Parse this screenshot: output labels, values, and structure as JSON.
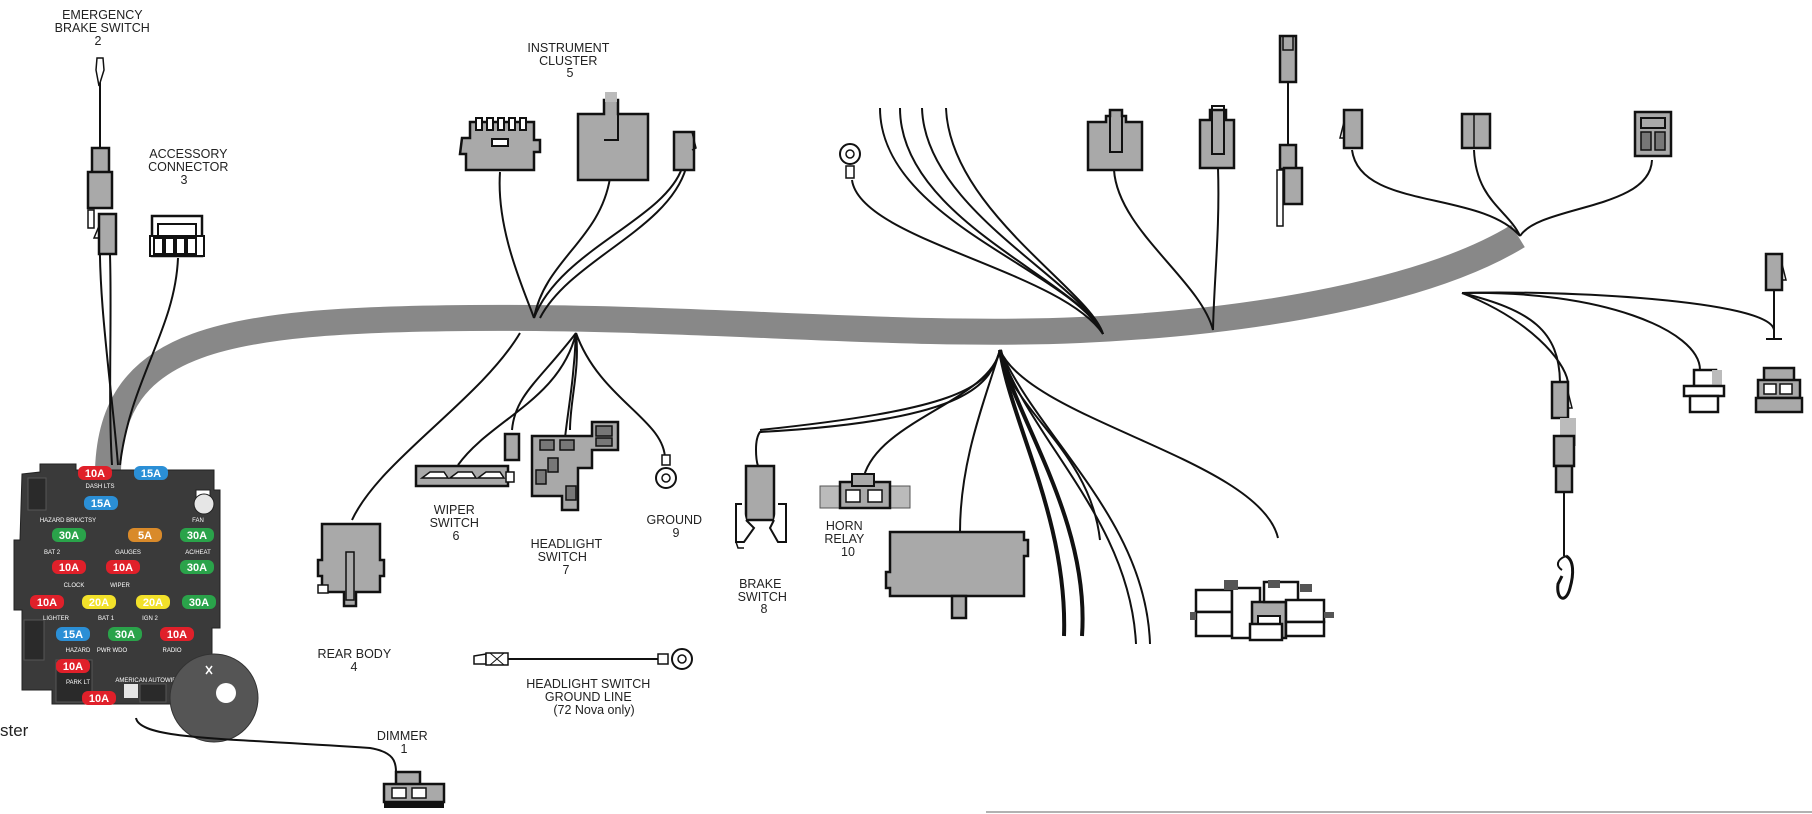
{
  "labels": {
    "emergency_brake": [
      "EMERGENCY",
      "BRAKE SWITCH",
      "2"
    ],
    "accessory": [
      "ACCESSORY",
      "CONNECTOR",
      "3"
    ],
    "instrument_cluster": [
      "INSTRUMENT",
      "CLUSTER",
      "5"
    ],
    "wiper": [
      "WIPER",
      "SWITCH",
      "6"
    ],
    "headlight": [
      "HEADLIGHT",
      "SWITCH",
      "7"
    ],
    "ground": [
      "GROUND",
      "9"
    ],
    "rear_body": [
      "REAR BODY",
      "4"
    ],
    "brake": [
      "BRAKE",
      "SWITCH",
      "8"
    ],
    "horn": [
      "HORN",
      "RELAY",
      "10"
    ],
    "headlight_ground": [
      "HEADLIGHT SWITCH",
      "GROUND LINE",
      "(72 Nova only)"
    ],
    "dimmer": [
      "DIMMER",
      "1"
    ],
    "side_text": "ster"
  },
  "fuse_block": {
    "fuses": [
      {
        "label": "10A",
        "color": "#e0202a"
      },
      {
        "label": "15A",
        "color": "#2b8fd6"
      },
      {
        "label": "15A",
        "color": "#2b8fd6"
      },
      {
        "label": "30A",
        "color": "#2aa34a"
      },
      {
        "label": "5A",
        "color": "#d98a2a"
      },
      {
        "label": "30A",
        "color": "#2aa34a"
      },
      {
        "label": "10A",
        "color": "#e0202a"
      },
      {
        "label": "10A",
        "color": "#e0202a"
      },
      {
        "label": "30A",
        "color": "#2aa34a"
      },
      {
        "label": "10A",
        "color": "#e0202a"
      },
      {
        "label": "20A",
        "color": "#f2e12a"
      },
      {
        "label": "20A",
        "color": "#f2e12a"
      },
      {
        "label": "30A",
        "color": "#2aa34a"
      },
      {
        "label": "15A",
        "color": "#2b8fd6"
      },
      {
        "label": "30A",
        "color": "#2aa34a"
      },
      {
        "label": "10A",
        "color": "#e0202a"
      },
      {
        "label": "10A",
        "color": "#e0202a"
      },
      {
        "label": "10A",
        "color": "#e0202a"
      }
    ],
    "tags": [
      "DASH LTS",
      "HAZARD BRK/CTSY",
      "FAN",
      "BAT 2",
      "GAUGES",
      "AC/HEAT",
      "CLOCK",
      "WIPER",
      "LIGHTER",
      "BAT 1",
      "IGN 2",
      "HAZARD",
      "PWR WDO",
      "RADIO",
      "PARK LT",
      "AMERICAN AUTOWIRE"
    ]
  },
  "colors": {
    "harness": "#888888",
    "connector": "#a9a9a9",
    "fuse_block": "#3a3a3a",
    "flasher": "#555555"
  }
}
